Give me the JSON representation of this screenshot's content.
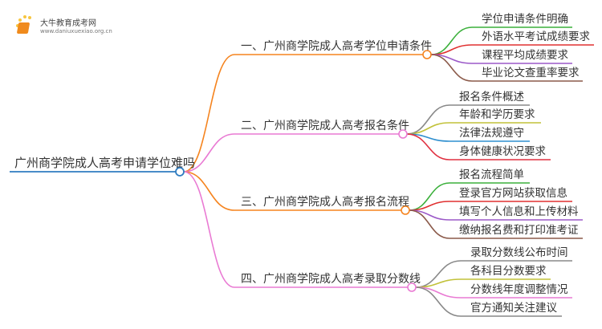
{
  "logo": {
    "title": "大牛教育成考网",
    "url": "www.daniuxuexiao.org.cn"
  },
  "root": {
    "label": "广州商学院成人高考申请学位难吗",
    "color": "#2f7cc0"
  },
  "branches": [
    {
      "label": "一、广州商学院成人高考学位申请条件",
      "color": "#f5841f",
      "leaves": [
        {
          "label": "学位申请条件明确",
          "color": "#3bb03b"
        },
        {
          "label": "外语水平考试成绩要求",
          "color": "#e03030"
        },
        {
          "label": "课程平均成绩要求",
          "color": "#9b59c8"
        },
        {
          "label": "毕业论文查重率要求",
          "color": "#8b5a4a"
        }
      ]
    },
    {
      "label": "二、广州商学院成人高考报名条件",
      "color": "#e97ad3",
      "leaves": [
        {
          "label": "报名条件概述",
          "color": "#888888"
        },
        {
          "label": "年龄和学历要求",
          "color": "#c2c23a"
        },
        {
          "label": "法律法规遵守",
          "color": "#2f8fcf"
        },
        {
          "label": "身体健康状况要求",
          "color": "#e03040"
        }
      ]
    },
    {
      "label": "三、广州商学院成人高考报名流程",
      "color": "#f5841f",
      "leaves": [
        {
          "label": "报名流程简单",
          "color": "#3bb03b"
        },
        {
          "label": "登录官方网站获取信息",
          "color": "#e03030"
        },
        {
          "label": "填写个人信息和上传材料",
          "color": "#9b59c8"
        },
        {
          "label": "缴纳报名费和打印准考证",
          "color": "#8b5a4a"
        }
      ]
    },
    {
      "label": "四、广州商学院成人高考录取分数线",
      "color": "#e97ad3",
      "leaves": [
        {
          "label": "录取分数线公布时间",
          "color": "#888888"
        },
        {
          "label": "各科目分数要求",
          "color": "#c2c23a"
        },
        {
          "label": "分数线年度调整情况",
          "color": "#e97ad3"
        },
        {
          "label": "官方通知关注建议",
          "color": "#888888"
        }
      ]
    }
  ]
}
